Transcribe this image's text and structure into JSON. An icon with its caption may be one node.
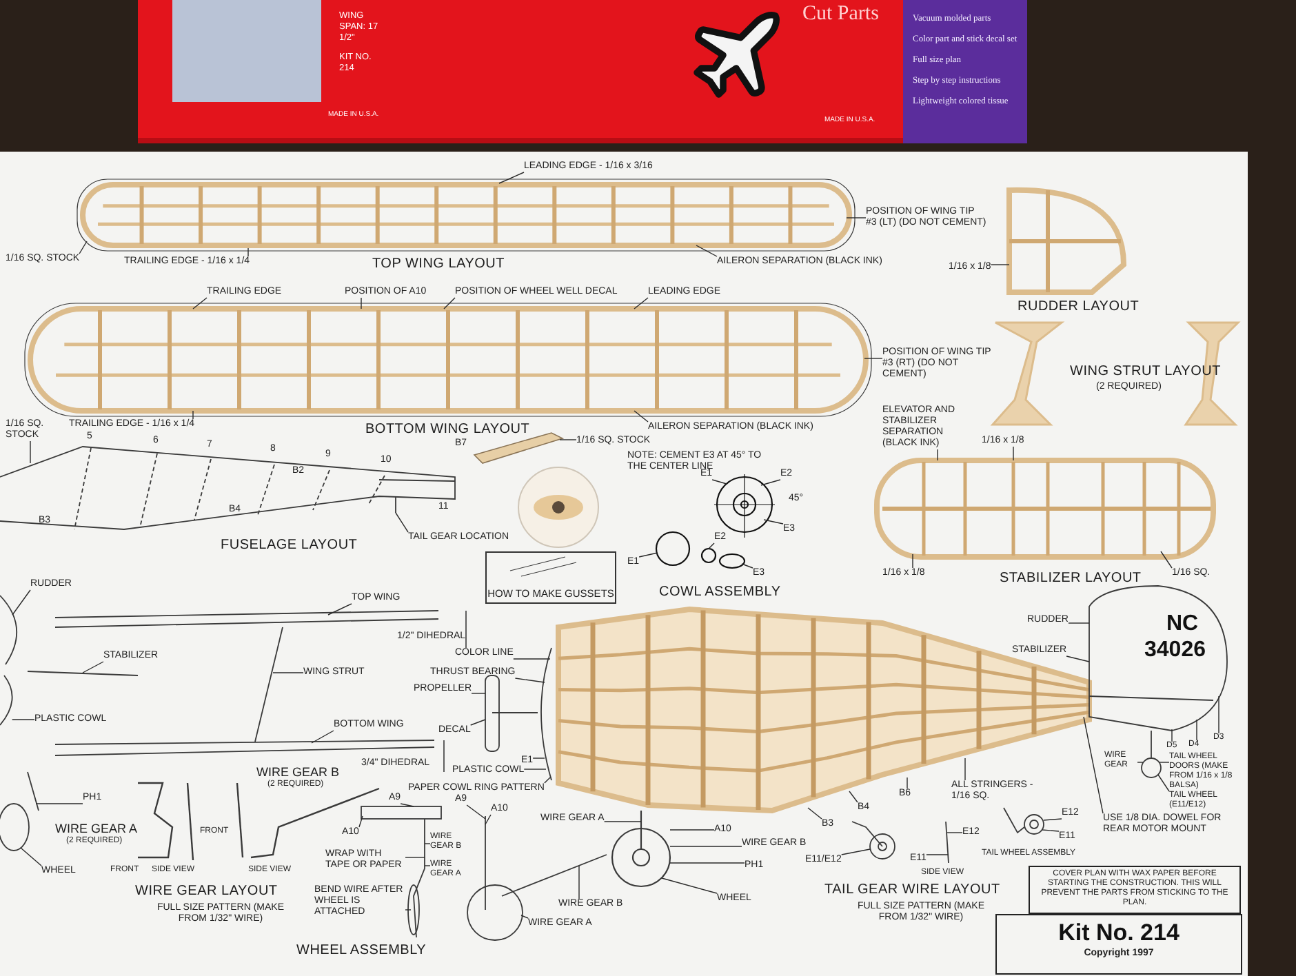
{
  "diagram": {
    "nodes": [
      {
        "text": [
          "LEADING EDGE - 1/16 x 3/16"
        ]
      },
      {
        "text": [
          "1/16 SQ. STOCK"
        ]
      },
      {
        "text": [
          "TRAILING EDGE - 1/16 x 1/4"
        ]
      },
      {
        "text": [
          "AILERON SEPARATION (BLACK INK)"
        ]
      },
      {
        "text": [
          "POSITION OF WING TIP #3 (LT) (DO NOT CEMENT)"
        ]
      },
      {
        "text": [
          "1/16 x 1/8"
        ]
      },
      {
        "text": [
          "TRAILING EDGE"
        ]
      },
      {
        "text": [
          "POSITION OF A10"
        ]
      },
      {
        "text": [
          "POSITION OF WHEEL WELL DECAL"
        ]
      },
      {
        "text": [
          "LEADING EDGE"
        ]
      },
      {
        "text": [
          "POSITION OF WING TIP #3 (RT) (DO NOT CEMENT)"
        ]
      },
      {
        "text": [
          "TRAILING EDGE - 1/16 x 1/4"
        ]
      },
      {
        "text": [
          "AILERON SEPARATION (BLACK INK)"
        ]
      },
      {
        "text": [
          "1/16 SQ. STOCK"
        ]
      },
      {
        "text": [
          "TAIL GEAR LOCATION"
        ]
      },
      {
        "text": [
          "1/16 SQ. STOCK"
        ]
      },
      {
        "text": [
          "E1"
        ]
      },
      {
        "text": [
          "E2"
        ]
      },
      {
        "text": [
          "E3"
        ]
      },
      {
        "text": [
          "E1"
        ]
      },
      {
        "text": [
          "E2"
        ]
      },
      {
        "text": [
          "E3"
        ]
      },
      {
        "text": [
          "ELEVATOR AND STABILIZER SEPARATION (BLACK INK)"
        ]
      },
      {
        "text": [
          "1/16 x 1/8"
        ]
      },
      {
        "text": [
          "1/16 x 1/8"
        ]
      },
      {
        "text": [
          "1/16 SQ."
        ]
      },
      {
        "text": [
          "TOP WING"
        ]
      },
      {
        "text": [
          "RUDDER"
        ]
      },
      {
        "text": [
          "STABILIZER"
        ]
      },
      {
        "text": [
          "WING STRUT"
        ]
      },
      {
        "text": [
          "PLASTIC COWL"
        ]
      },
      {
        "text": [
          "BOTTOM WING"
        ]
      },
      {
        "text": [
          "PH1"
        ]
      },
      {
        "text": [
          "WHEEL"
        ]
      },
      {
        "text": [
          "A9"
        ]
      },
      {
        "text": [
          "A10"
        ]
      },
      {
        "text": [
          "A9"
        ]
      },
      {
        "text": [
          "A10"
        ]
      },
      {
        "text": [
          "WIRE GEAR B"
        ]
      },
      {
        "text": [
          "WRAP WITH TAPE OR PAPER"
        ]
      },
      {
        "text": [
          "WIRE GEAR A"
        ]
      },
      {
        "text": [
          "BEND WIRE AFTER WHEEL IS ATTACHED"
        ]
      },
      {
        "text": [
          "WIRE GEAR B"
        ]
      },
      {
        "text": [
          "WIRE GEAR A"
        ]
      },
      {
        "text": [
          "COLOR LINE"
        ]
      },
      {
        "text": [
          "THRUST BEARING"
        ]
      },
      {
        "text": [
          "PROPELLER"
        ]
      },
      {
        "text": [
          "DECAL"
        ]
      },
      {
        "text": [
          "E1"
        ]
      },
      {
        "text": [
          "PLASTIC COWL"
        ]
      },
      {
        "text": [
          "PAPER COWL RING PATTERN"
        ]
      },
      {
        "text": [
          "A10"
        ]
      },
      {
        "text": [
          "WIRE GEAR B"
        ]
      },
      {
        "text": [
          "PH1"
        ]
      },
      {
        "text": [
          "WHEEL"
        ]
      },
      {
        "text": [
          "WIRE GEAR A"
        ]
      },
      {
        "text": [
          "B3"
        ]
      },
      {
        "text": [
          "B4"
        ]
      },
      {
        "text": [
          "B6"
        ]
      },
      {
        "text": [
          "ALL STRINGERS - 1/16 SQ."
        ]
      },
      {
        "text": [
          "USE 1/8 DIA. DOWEL FOR REAR MOTOR MOUNT"
        ]
      },
      {
        "text": [
          "RUDDER"
        ]
      },
      {
        "text": [
          "STABILIZER"
        ]
      },
      {
        "text": [
          "D3"
        ]
      },
      {
        "text": [
          "D4"
        ]
      },
      {
        "text": [
          "D5"
        ]
      },
      {
        "text": [
          "WIRE GEAR"
        ]
      },
      {
        "text": [
          "TAIL WHEEL DOORS (MAKE FROM 1/16 x 1/8 BALSA)"
        ]
      },
      {
        "text": [
          "TAIL WHEEL (E11/E12)"
        ]
      },
      {
        "text": [
          "E11/E12"
        ]
      },
      {
        "text": [
          "E12"
        ]
      },
      {
        "text": [
          "E11"
        ]
      },
      {
        "text": [
          "E12"
        ]
      },
      {
        "text": [
          "E11"
        ]
      },
      {
        "text": [],
        "shape": "picture"
      },
      {
        "text": [],
        "shape": "picture"
      },
      {
        "text": [],
        "shape": "picture"
      },
      {
        "text": [],
        "shape": "picture"
      },
      {
        "text": [],
        "shape": "picture"
      },
      {
        "text": [],
        "shape": "picture"
      },
      {
        "text": [],
        "shape": "circle"
      },
      {
        "text": [],
        "shape": "circle"
      },
      {
        "text": [],
        "shape": "circle"
      },
      {
        "text": [],
        "shape": "picture"
      },
      {
        "text": [],
        "shape": "picture"
      },
      {
        "text": [],
        "shape": "box"
      },
      {
        "text": [],
        "shape": "picture"
      },
      {
        "text": [],
        "shape": "picture"
      },
      {
        "text": [],
        "shape": "picture"
      },
      {
        "text": [],
        "shape": "picture"
      },
      {
        "text": [],
        "shape": "picture"
      },
      {
        "text": [],
        "shape": "picture"
      },
      {
        "text": [
          "HOW TO MAKE GUSSETS"
        ]
      },
      {
        "text": [
          "COVER PLAN WITH WAX PAPER BEFORE STARTING THE CONSTRUCTION. THIS WILL PREVENT THE PARTS FROM STICKING TO THE PLAN."
        ]
      },
      {
        "text": [
          "Kit No. 214",
          "Copyright 1997"
        ]
      },
      {
        "text": [],
        "shape": "picture"
      },
      {
        "text": [],
        "shape": "picture"
      },
      {
        "text": [],
        "shape": "picture"
      },
      {
        "text": [],
        "shape": "picture"
      },
      {
        "text": [],
        "shape": "picture"
      },
      {
        "text": [],
        "shape": "picture"
      },
      {
        "text": [],
        "shape": "picture"
      },
      {
        "text": [],
        "shape": "picture"
      },
      {
        "text": [],
        "shape": "picture"
      },
      {
        "text": [],
        "shape": "picture"
      },
      {
        "text": [],
        "shape": "picture"
      },
      {
        "text": [],
        "shape": "picture"
      }
    ],
    "edges": [
      {
        "from": 0,
        "to": 74,
        "arrow": "none"
      },
      {
        "from": 1,
        "to": 74,
        "arrow": "none"
      },
      {
        "from": 2,
        "to": 74,
        "arrow": "none"
      },
      {
        "from": 3,
        "to": 74,
        "arrow": "none"
      },
      {
        "from": 4,
        "to": 74,
        "arrow": "none"
      },
      {
        "from": 5,
        "to": 75,
        "arrow": "none"
      },
      {
        "from": 6,
        "to": 76,
        "arrow": "none"
      },
      {
        "from": 7,
        "to": 76,
        "arrow": "none"
      },
      {
        "from": 8,
        "to": 76,
        "arrow": "none"
      },
      {
        "from": 9,
        "to": 76,
        "arrow": "none"
      },
      {
        "from": 10,
        "to": 76,
        "arrow": "none"
      },
      {
        "from": 11,
        "to": 76,
        "arrow": "none"
      },
      {
        "from": 12,
        "to": 76,
        "arrow": "none"
      },
      {
        "from": 13,
        "to": 77,
        "arrow": "none"
      },
      {
        "from": 14,
        "to": 77,
        "arrow": "none"
      },
      {
        "from": 15,
        "to": 78,
        "arrow": "none"
      },
      {
        "from": 16,
        "to": 79,
        "arrow": "none"
      },
      {
        "from": 17,
        "to": 79,
        "arrow": "none"
      },
      {
        "from": 18,
        "to": 79,
        "arrow": "none"
      },
      {
        "from": 19,
        "to": 80,
        "arrow": "none"
      },
      {
        "from": 20,
        "to": 81,
        "arrow": "none"
      },
      {
        "from": 21,
        "to": 82,
        "arrow": "none"
      },
      {
        "from": 22,
        "to": 83,
        "arrow": "none"
      },
      {
        "from": 23,
        "to": 83,
        "arrow": "none"
      },
      {
        "from": 24,
        "to": 83,
        "arrow": "none"
      },
      {
        "from": 25,
        "to": 83,
        "arrow": "none"
      },
      {
        "from": 26,
        "to": 84,
        "arrow": "none"
      },
      {
        "from": 27,
        "to": 95,
        "arrow": "none"
      },
      {
        "from": 28,
        "to": 96,
        "arrow": "none"
      },
      {
        "from": 29,
        "to": 97,
        "arrow": "none"
      },
      {
        "from": 30,
        "to": 98,
        "arrow": "none"
      },
      {
        "from": 31,
        "to": 99,
        "arrow": "none"
      },
      {
        "from": 32,
        "to": 100,
        "arrow": "none"
      },
      {
        "from": 33,
        "to": 100,
        "arrow": "none"
      },
      {
        "from": 34,
        "to": 85,
        "arrow": "none"
      },
      {
        "from": 35,
        "to": 85,
        "arrow": "none"
      },
      {
        "from": 36,
        "to": 103,
        "arrow": "none"
      },
      {
        "from": 37,
        "to": 103,
        "arrow": "none"
      },
      {
        "from": 38,
        "to": 102,
        "arrow": "none"
      },
      {
        "from": 39,
        "to": 102,
        "arrow": "none"
      },
      {
        "from": 40,
        "to": 102,
        "arrow": "none"
      },
      {
        "from": 41,
        "to": 102,
        "arrow": "none"
      },
      {
        "from": 42,
        "to": 104,
        "arrow": "none"
      },
      {
        "from": 43,
        "to": 103,
        "arrow": "none"
      },
      {
        "from": 44,
        "to": 105,
        "arrow": "none"
      },
      {
        "from": 45,
        "to": 105,
        "arrow": "none"
      },
      {
        "from": 46,
        "to": 86,
        "arrow": "none"
      },
      {
        "from": 47,
        "to": 86,
        "arrow": "none"
      },
      {
        "from": 48,
        "to": 105,
        "arrow": "none"
      },
      {
        "from": 49,
        "to": 105,
        "arrow": "none"
      },
      {
        "from": 50,
        "to": 105,
        "arrow": "none"
      },
      {
        "from": 51,
        "to": 88,
        "arrow": "none"
      },
      {
        "from": 52,
        "to": 88,
        "arrow": "none"
      },
      {
        "from": 53,
        "to": 88,
        "arrow": "none"
      },
      {
        "from": 54,
        "to": 88,
        "arrow": "none"
      },
      {
        "from": 55,
        "to": 88,
        "arrow": "none"
      },
      {
        "from": 56,
        "to": 87,
        "arrow": "none"
      },
      {
        "from": 57,
        "to": 87,
        "arrow": "none"
      },
      {
        "from": 58,
        "to": 87,
        "arrow": "none"
      },
      {
        "from": 59,
        "to": 87,
        "arrow": "none"
      },
      {
        "from": 60,
        "to": 87,
        "arrow": "none"
      },
      {
        "from": 61,
        "to": 89,
        "arrow": "none"
      },
      {
        "from": 62,
        "to": 89,
        "arrow": "none"
      },
      {
        "from": 63,
        "to": 89,
        "arrow": "none"
      },
      {
        "from": 64,
        "to": 89,
        "arrow": "none"
      },
      {
        "from": 65,
        "to": 89,
        "arrow": "none"
      },
      {
        "from": 66,
        "to": 101,
        "arrow": "none"
      },
      {
        "from": 67,
        "to": 101,
        "arrow": "none"
      },
      {
        "from": 68,
        "to": 101,
        "arrow": "none"
      },
      {
        "from": 69,
        "to": 90,
        "arrow": "none"
      },
      {
        "from": 70,
        "to": 106,
        "arrow": "none"
      },
      {
        "from": 71,
        "to": 106,
        "arrow": "none"
      },
      {
        "from": 72,
        "to": 91,
        "arrow": "none"
      },
      {
        "from": 73,
        "to": 91,
        "arrow": "none"
      }
    ],
    "labels": [
      "Cut Parts",
      "WING SPAN: 17 1/2\"",
      "KIT NO. 214",
      "MADE IN U.S.A.",
      "MADE IN U.S.A.",
      "Vacuum molded parts",
      "Color part and stick decal set",
      "Full size plan",
      "Step by step instructions",
      "Lightweight colored tissue",
      "TOP WING LAYOUT",
      "RUDDER LAYOUT",
      "BOTTOM WING LAYOUT",
      "WING STRUT LAYOUT",
      "(2 REQUIRED)",
      "B7",
      "5",
      "6",
      "7",
      "8",
      "9",
      "10",
      "B2",
      "B4",
      "B3",
      "11",
      "FUSELAGE LAYOUT",
      "NOTE: CEMENT E3 AT 45° TO THE CENTER LINE",
      "45°",
      "COWL ASSEMBLY",
      "STABILIZER LAYOUT",
      "1/2\" DIHEDRAL",
      "NC",
      "34026",
      "3/4\" DIHEDRAL",
      "WIRE GEAR B",
      "(2 REQUIRED)",
      "WIRE GEAR A",
      "(2 REQUIRED)",
      "FRONT",
      "FRONT",
      "SIDE VIEW",
      "SIDE VIEW",
      "WIRE GEAR LAYOUT",
      "FULL SIZE PATTERN (MAKE FROM 1/32\" WIRE)",
      "WHEEL ASSEMBLY",
      "TAIL WHEEL ASSEMBLY",
      "SIDE VIEW",
      "TAIL GEAR WIRE LAYOUT",
      "FULL SIZE PATTERN (MAKE FROM 1/32\" WIRE)"
    ]
  }
}
